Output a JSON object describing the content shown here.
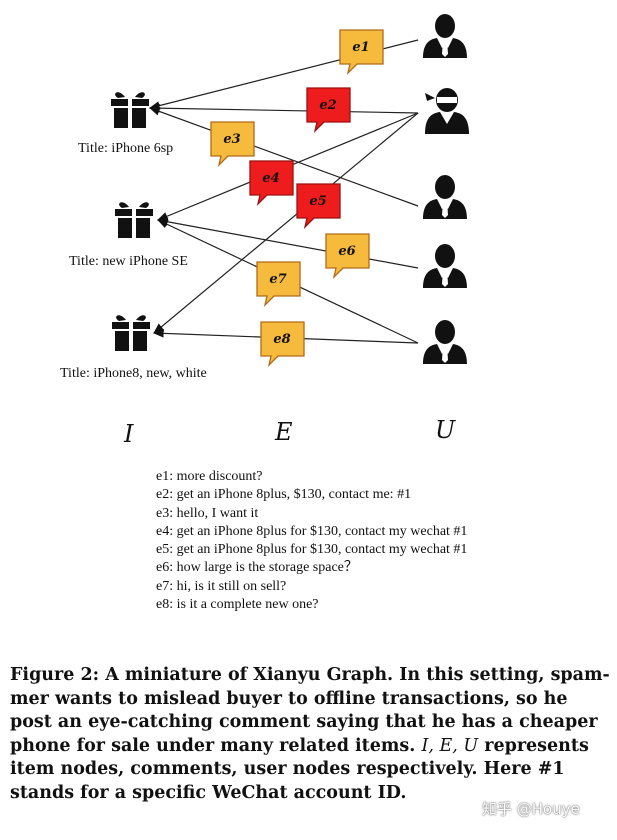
{
  "items": [
    {
      "id": "i1",
      "title": "Title: iPhone 6sp"
    },
    {
      "id": "i2",
      "title": "Title: new iPhone SE"
    },
    {
      "id": "i3",
      "title": "Title: iPhone8, new, white"
    }
  ],
  "users": [
    {
      "id": "u1",
      "type": "user"
    },
    {
      "id": "u2",
      "type": "spammer"
    },
    {
      "id": "u3",
      "type": "user"
    },
    {
      "id": "u4",
      "type": "user"
    },
    {
      "id": "u5",
      "type": "user"
    }
  ],
  "edges": [
    {
      "label": "e1",
      "color": "#f6bb3c",
      "spam": false
    },
    {
      "label": "e2",
      "color": "#ee1c1c",
      "spam": true
    },
    {
      "label": "e3",
      "color": "#f6bb3c",
      "spam": false
    },
    {
      "label": "e4",
      "color": "#ee1c1c",
      "spam": true
    },
    {
      "label": "e5",
      "color": "#ee1c1c",
      "spam": true
    },
    {
      "label": "e6",
      "color": "#f6bb3c",
      "spam": false
    },
    {
      "label": "e7",
      "color": "#f6bb3c",
      "spam": false
    },
    {
      "label": "e8",
      "color": "#f6bb3c",
      "spam": false
    }
  ],
  "axis_labels": {
    "items": "I",
    "edges": "E",
    "users": "U"
  },
  "comments": [
    "e1: more discount?",
    "e2: get an iPhone 8plus, $130, contact me: #1",
    "e3: hello, I want it",
    "e4: get an iPhone 8plus for $130, contact my wechat #1",
    "e5: get an iPhone 8plus for $130, contact my wechat #1",
    "e6: how large is the storage space？",
    "e7: hi, is it still on sell?",
    "e8: is it a complete new one?"
  ],
  "caption": {
    "lead": "Figure 2: A miniature of Xianyu Graph. In this setting, spam-mer wants to mislead buyer to offline transactions, so he post an eye-catching comment saying that he has a cheaper phone for sale under many related items. ",
    "math": "I, E, U",
    "tail": " represents item nodes, comments, user nodes respectively. Here #1 stands for a specific WeChat account ID."
  },
  "watermark": "知乎 @Houye"
}
